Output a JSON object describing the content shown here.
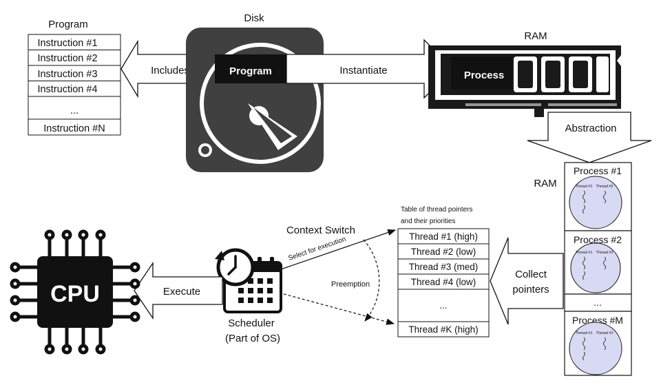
{
  "program": {
    "title": "Program",
    "instructions": [
      "Instruction #1",
      "Instruction #2",
      "Instruction #3",
      "Instruction #4",
      "...",
      "Instruction #N"
    ]
  },
  "disk": {
    "title": "Disk",
    "label": "Program"
  },
  "ram_top": {
    "title": "RAM",
    "label": "Process"
  },
  "arrows": {
    "includes": "Includes",
    "instantiate": "Instantiate",
    "abstraction": "Abstraction",
    "collect_line1": "Collect",
    "collect_line2": "pointers",
    "execute": "Execute"
  },
  "ram_processes": {
    "title": "RAM",
    "processes": [
      "Process #1",
      "Process #2",
      "...",
      "Process #M"
    ],
    "thread_small_label_1": "Thread #1",
    "thread_small_label_2": "Thread #2"
  },
  "thread_table": {
    "caption_line1": "Table of thread pointers",
    "caption_line2": "and their priorities",
    "rows": [
      "Thread #1 (high)",
      "Thread #2 (low)",
      "Thread #3 (med)",
      "Thread #4 (low)",
      "...",
      "Thread #K (high)"
    ]
  },
  "scheduler": {
    "line1": "Scheduler",
    "line2": "(Part of OS)",
    "context_switch": "Context Switch",
    "select_for_execution": "Select for execution",
    "preemption": "Preemption"
  },
  "cpu": {
    "label": "CPU"
  }
}
